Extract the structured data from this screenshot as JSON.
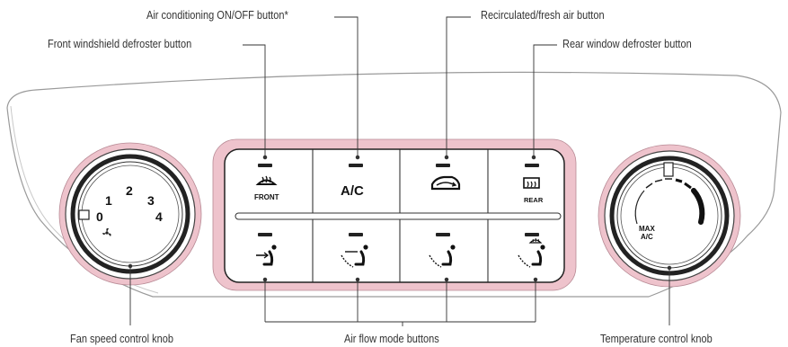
{
  "callouts": {
    "ac": "Air conditioning ON/OFF button*",
    "recirc": "Recirculated/fresh air button",
    "front": "Front windshield defroster button",
    "rear": "Rear window defroster button",
    "fan": "Fan speed control knob",
    "airflow": "Air flow mode buttons",
    "temp": "Temperature control knob"
  },
  "buttons": {
    "front_text": "FRONT",
    "ac_text": "A/C",
    "rear_text": "REAR"
  },
  "fan_knob": {
    "positions": [
      "0",
      "1",
      "2",
      "3",
      "4"
    ]
  },
  "temp_knob": {
    "max_line1": "MAX",
    "max_line2": "A/C"
  },
  "colors": {
    "panel_outline": "#999999",
    "bezel_pink": "#eec3cc",
    "indicator": "#222222"
  },
  "icons": [
    "defrost-front-icon",
    "recirculate-air-icon",
    "defrost-rear-icon",
    "vent-face-icon",
    "vent-bilevel-icon",
    "vent-floor-icon",
    "vent-floor-defrost-icon",
    "fan-icon"
  ]
}
